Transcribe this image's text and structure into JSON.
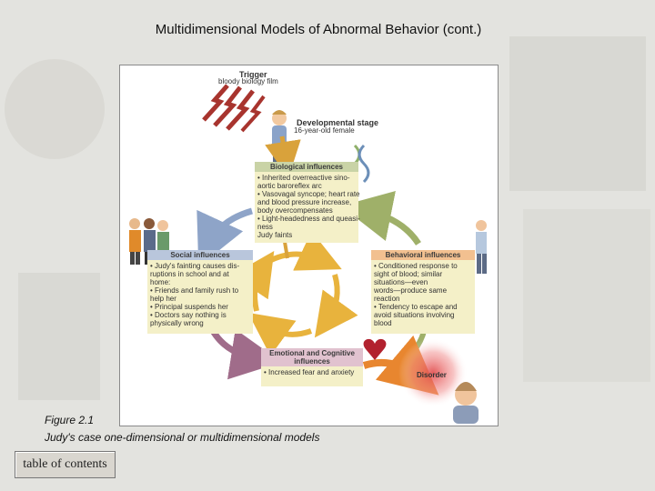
{
  "slide": {
    "title": "Multidimensional Models of Abnormal Behavior (cont.)"
  },
  "figure": {
    "trigger": {
      "title": "Trigger",
      "subtitle": "bloody biology film"
    },
    "developmental": {
      "title": "Developmental stage",
      "subtitle": "16-year-old female"
    },
    "biological": {
      "heading": "Biological influences",
      "lines": [
        "• Inherited overreactive sino-",
        "  aortic baroreflex arc",
        "• Vasovagal syncope; heart rate",
        "  and blood pressure increase,",
        "  body overcompensates",
        "• Light-headedness and queasi-",
        "  ness",
        "  Judy faints"
      ]
    },
    "social": {
      "heading": "Social influences",
      "lines": [
        "• Judy's fainting causes dis-",
        "  ruptions in school and at",
        "  home:",
        "• Friends and family rush to",
        "  help her",
        "• Principal suspends her",
        "• Doctors say nothing is",
        "  physically wrong"
      ]
    },
    "behavioral": {
      "heading": "Behavioral influences",
      "lines": [
        "• Conditioned response to",
        "  sight of blood; similar",
        "  situations—even",
        "  words—produce same",
        "  reaction",
        "• Tendency to escape and",
        "  avoid situations involving",
        "  blood"
      ]
    },
    "emotional": {
      "heading_1": "Emotional and Cognitive",
      "heading_2": "influences",
      "lines": [
        "• Increased fear and anxiety"
      ]
    },
    "disorder": "Disorder"
  },
  "caption": {
    "label": "Figure 2.1",
    "text": "Judy's case one-dimensional or multidimensional models"
  },
  "toc_button": {
    "label": "table of contents"
  },
  "colors": {
    "bio_arrow": "#d9a23b",
    "social_arrow": "#8ea4c8",
    "behavioral_arrow": "#9fb069",
    "emotional_arrow": "#a06c8a",
    "disorder_arrow": "#e8862f",
    "center_cycle": "#e8b33d"
  }
}
